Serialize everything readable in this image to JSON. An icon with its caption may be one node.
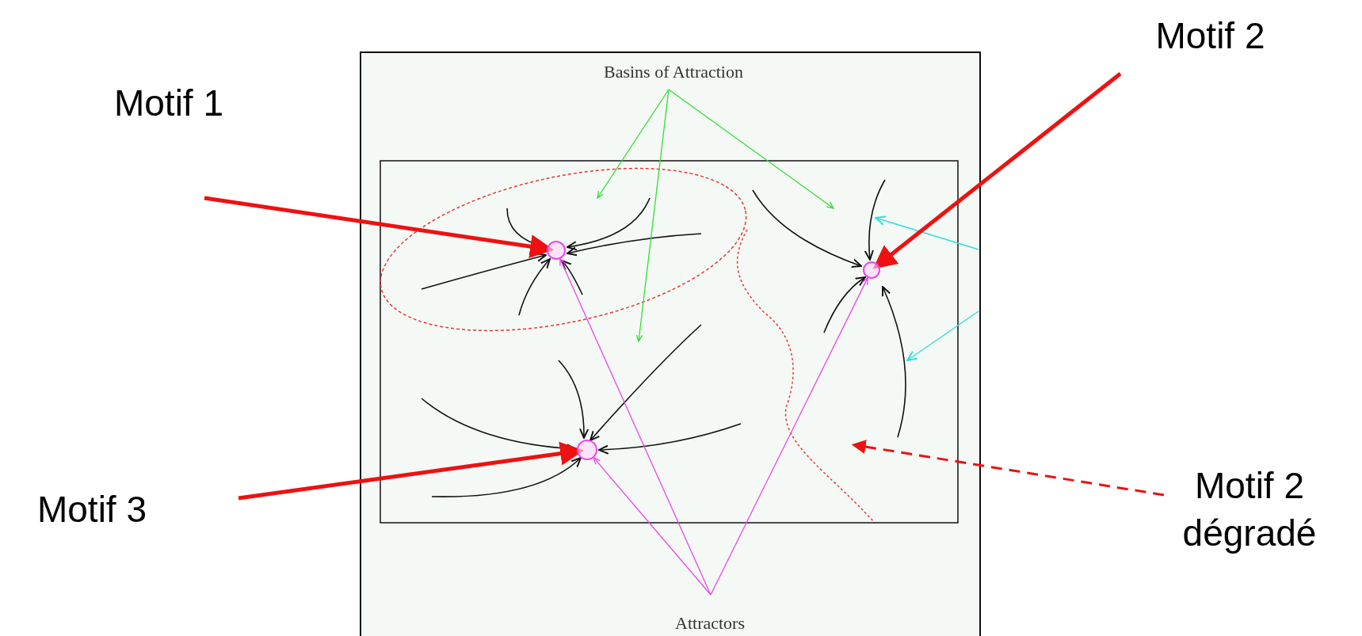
{
  "diagram": {
    "nodes": [
      {
        "text": [
          "Motif 2"
        ]
      },
      {
        "text": [
          "Basins of Attraction"
        ]
      },
      {
        "text": [
          "Motif 1"
        ]
      },
      {
        "text": [],
        "shape": "circle"
      },
      {
        "text": [],
        "shape": "circle"
      },
      {
        "text": [],
        "shape": "circle"
      },
      {
        "text": [
          "Motif 3"
        ]
      },
      {
        "text": [
          "Motif 2 dégradé"
        ]
      },
      {
        "text": [
          "Attractors"
        ]
      }
    ],
    "edges": [
      {
        "from": 2,
        "to": 3,
        "arrow": "to",
        "style": "thick",
        "color": "#ee1111"
      },
      {
        "from": 0,
        "to": 4,
        "arrow": "to",
        "style": "thick",
        "color": "#ee1111"
      },
      {
        "from": 6,
        "to": 5,
        "arrow": "to",
        "style": "thick",
        "color": "#ee1111"
      },
      {
        "from": 7,
        "to": null,
        "arrow": "to",
        "style": "dashed",
        "color": "#ee1111"
      },
      {
        "from": 1,
        "to": null,
        "arrow": "to",
        "color": "#33dd33"
      },
      {
        "from": 1,
        "to": null,
        "arrow": "to",
        "color": "#33dd33"
      },
      {
        "from": 1,
        "to": null,
        "arrow": "to",
        "color": "#33dd33"
      },
      {
        "from": 8,
        "to": 3,
        "arrow": "to",
        "color": "#ee44ee"
      },
      {
        "from": 8,
        "to": 4,
        "arrow": "to",
        "color": "#ee44ee"
      },
      {
        "from": 8,
        "to": 5,
        "arrow": "to",
        "color": "#ee44ee"
      }
    ]
  }
}
